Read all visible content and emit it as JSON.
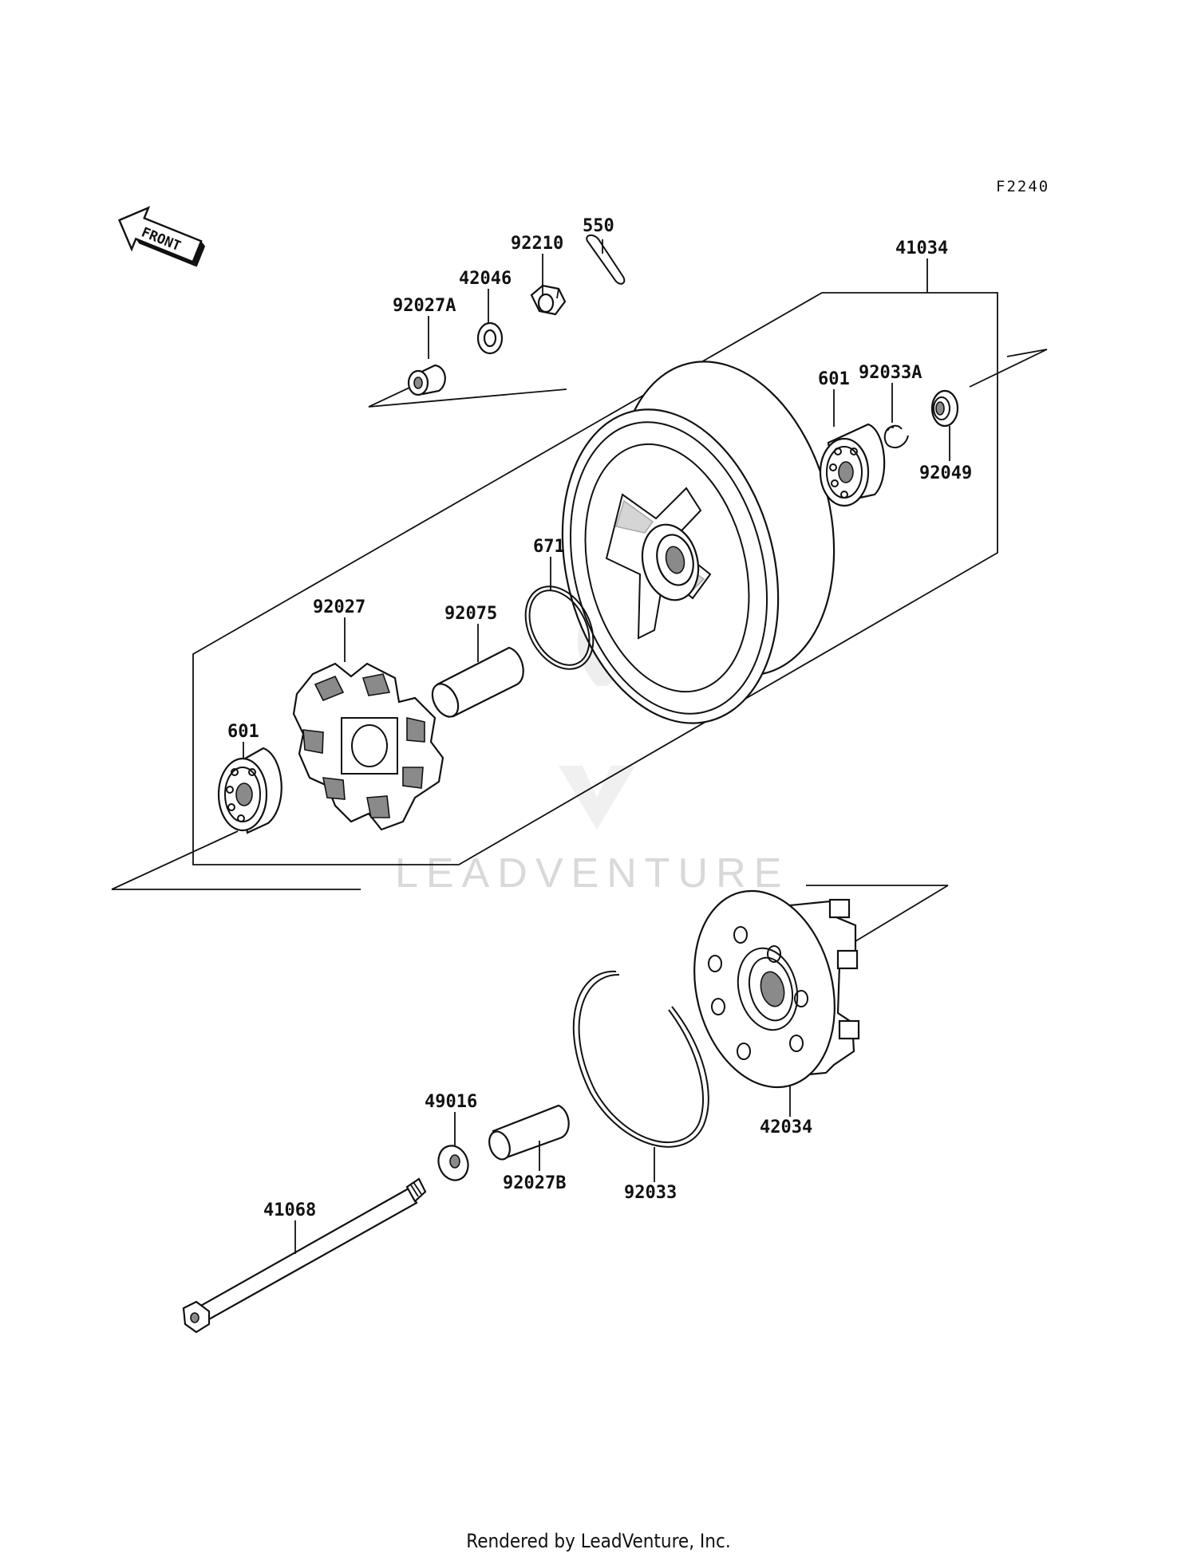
{
  "diagram": {
    "code": "F2240",
    "front_label": "FRONT",
    "watermark": "LEADVENTURE",
    "footer": "Rendered by LeadVenture, Inc.",
    "parts": [
      {
        "id": "p550",
        "label": "550"
      },
      {
        "id": "p92210",
        "label": "92210"
      },
      {
        "id": "p42046",
        "label": "42046"
      },
      {
        "id": "p92027A",
        "label": "92027A"
      },
      {
        "id": "p41034",
        "label": "41034"
      },
      {
        "id": "p601a",
        "label": "601"
      },
      {
        "id": "p92033A",
        "label": "92033A"
      },
      {
        "id": "p92049",
        "label": "92049"
      },
      {
        "id": "p671",
        "label": "671"
      },
      {
        "id": "p92075",
        "label": "92075"
      },
      {
        "id": "p92027",
        "label": "92027"
      },
      {
        "id": "p601b",
        "label": "601"
      },
      {
        "id": "p49016",
        "label": "49016"
      },
      {
        "id": "p92027B",
        "label": "92027B"
      },
      {
        "id": "p92033",
        "label": "92033"
      },
      {
        "id": "p42034",
        "label": "42034"
      },
      {
        "id": "p41068",
        "label": "41068"
      }
    ]
  }
}
